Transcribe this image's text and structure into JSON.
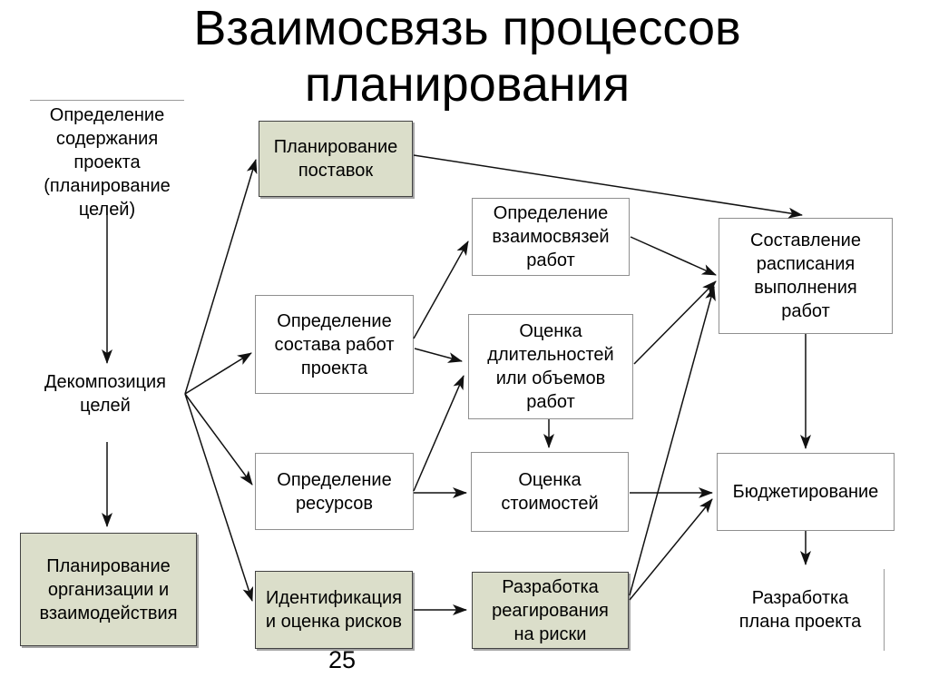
{
  "title": "Взаимосвязь процессов\nпланирования",
  "page_number": "25",
  "colors": {
    "background": "#ffffff",
    "highlight_box_fill": "#dbdeca",
    "highlight_box_border": "#424242",
    "plain_box_fill": "#ffffff",
    "plain_box_border": "#8f8f8f",
    "arrow": "#111111",
    "text": "#000000"
  },
  "nodes": {
    "scope_definition": {
      "label": "Определение\nсодержания\nпроекта\n(планирование\nцелей)"
    },
    "goal_decomposition": {
      "label": "Декомпозиция\nцелей"
    },
    "org_planning": {
      "label": "Планирование\nорганизации и\nвзаимодействия"
    },
    "supply_planning": {
      "label": "Планирование\nпоставок"
    },
    "work_breakdown": {
      "label": "Определение\nсостава работ\nпроекта"
    },
    "resource_definition": {
      "label": "Определение\nресурсов"
    },
    "risk_identification": {
      "label": "Идентификация\nи оценка рисков"
    },
    "work_relationships": {
      "label": "Определение\nвзаимосвязей\nработ"
    },
    "duration_estimation": {
      "label": "Оценка\nдлительностей\nили объемов\nработ"
    },
    "cost_estimation": {
      "label": "Оценка\nстоимостей"
    },
    "risk_response": {
      "label": "Разработка\nреагирования\nна риски"
    },
    "schedule_development": {
      "label": "Составление\nрасписания\nвыполнения\nработ"
    },
    "budgeting": {
      "label": "Бюджетирование"
    },
    "project_plan": {
      "label": "Разработка\nплана проекта"
    }
  },
  "edges": [
    {
      "from": "scope_definition",
      "to": "goal_decomposition"
    },
    {
      "from": "goal_decomposition",
      "to": "org_planning"
    },
    {
      "from": "goal_decomposition",
      "to": "supply_planning"
    },
    {
      "from": "goal_decomposition",
      "to": "work_breakdown"
    },
    {
      "from": "goal_decomposition",
      "to": "resource_definition"
    },
    {
      "from": "goal_decomposition",
      "to": "risk_identification"
    },
    {
      "from": "supply_planning",
      "to": "schedule_development"
    },
    {
      "from": "work_breakdown",
      "to": "work_relationships"
    },
    {
      "from": "work_breakdown",
      "to": "duration_estimation"
    },
    {
      "from": "resource_definition",
      "to": "duration_estimation"
    },
    {
      "from": "resource_definition",
      "to": "cost_estimation"
    },
    {
      "from": "duration_estimation",
      "to": "cost_estimation"
    },
    {
      "from": "work_relationships",
      "to": "schedule_development"
    },
    {
      "from": "duration_estimation",
      "to": "schedule_development"
    },
    {
      "from": "risk_response",
      "to": "schedule_development"
    },
    {
      "from": "cost_estimation",
      "to": "budgeting"
    },
    {
      "from": "risk_response",
      "to": "budgeting"
    },
    {
      "from": "risk_identification",
      "to": "risk_response"
    },
    {
      "from": "schedule_development",
      "to": "budgeting"
    },
    {
      "from": "budgeting",
      "to": "project_plan"
    }
  ]
}
